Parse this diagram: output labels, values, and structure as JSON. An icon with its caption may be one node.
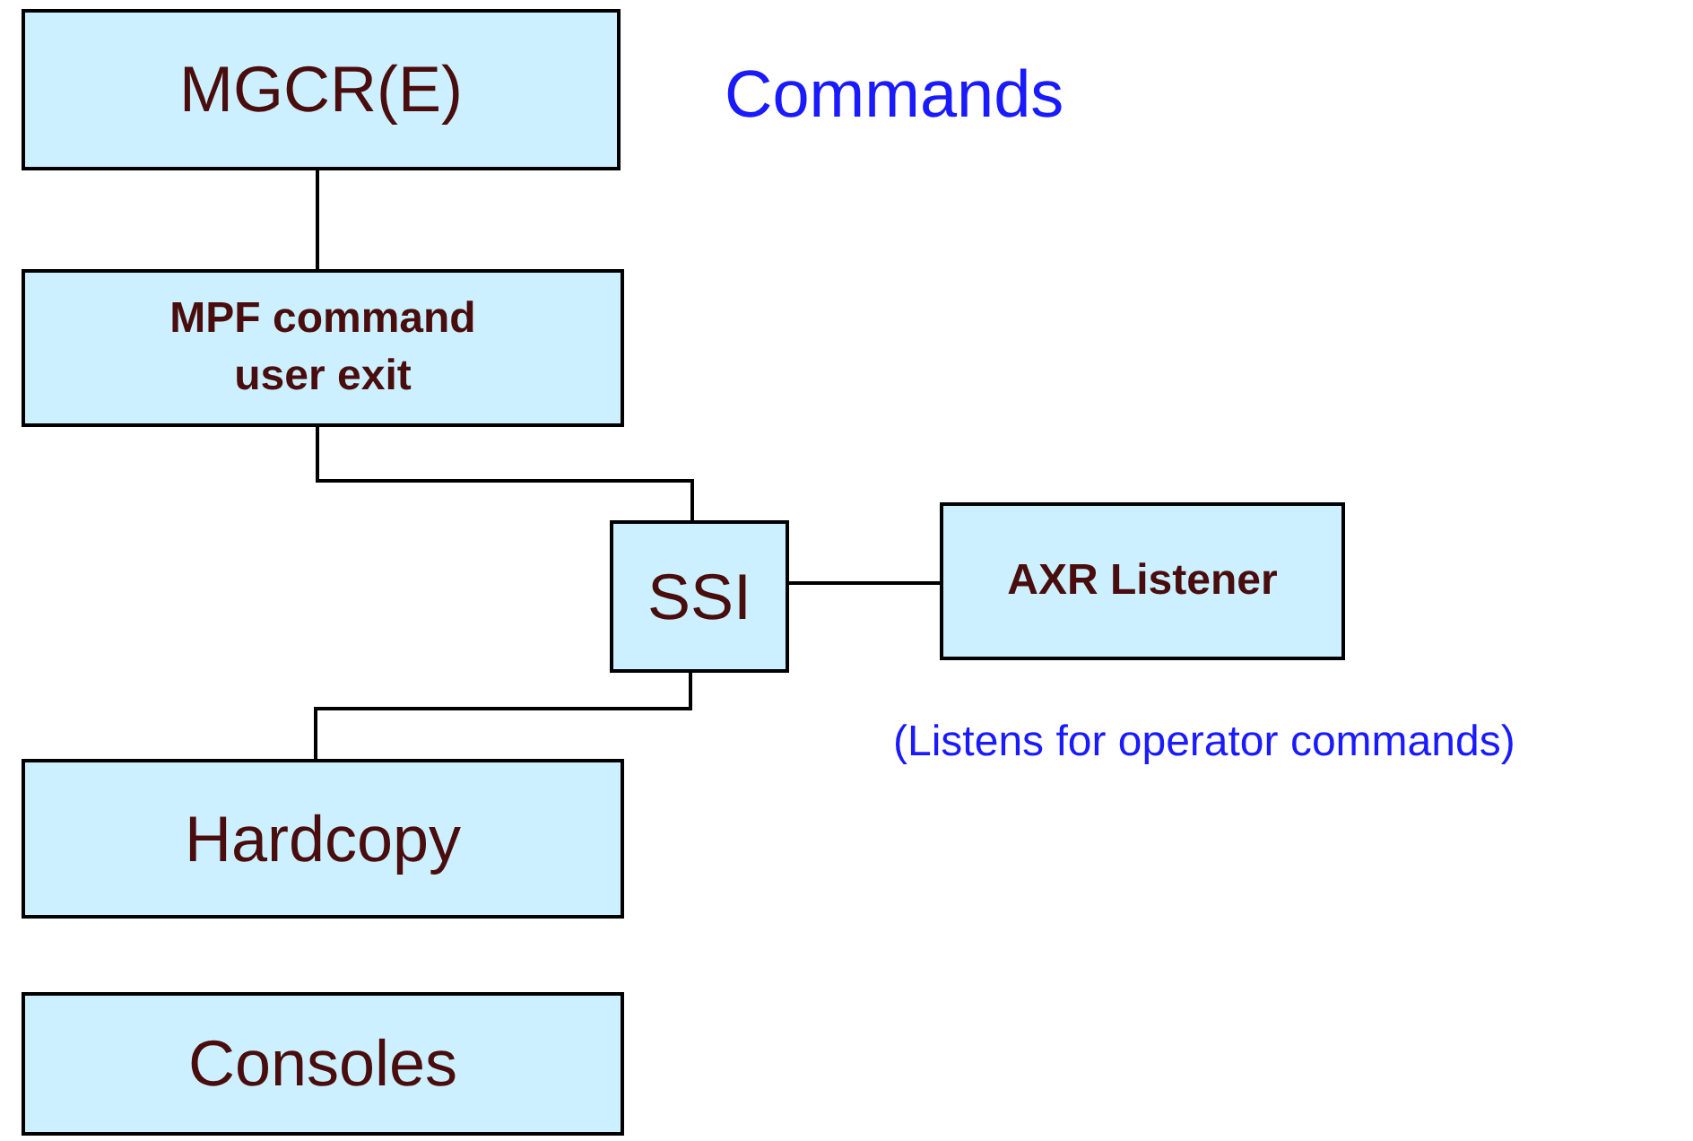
{
  "diagram": {
    "title": "Commands",
    "nodes": [
      {
        "text": [
          "MGCR(E)"
        ]
      },
      {
        "text": [
          "MPF command user exit"
        ]
      },
      {
        "text": [
          "SSI"
        ]
      },
      {
        "text": [
          "AXR Listener"
        ],
        "beside": [
          "(Listens for operator commands)"
        ]
      },
      {
        "text": [
          "Hardcopy"
        ]
      },
      {
        "text": [
          "Consoles"
        ]
      }
    ],
    "edges": [
      {
        "from": 0,
        "to": 1,
        "arrow": "none"
      },
      {
        "from": 1,
        "to": 2,
        "arrow": "none"
      },
      {
        "from": 2,
        "to": 3,
        "arrow": "none"
      },
      {
        "from": 2,
        "to": 4,
        "arrow": "none"
      }
    ]
  }
}
